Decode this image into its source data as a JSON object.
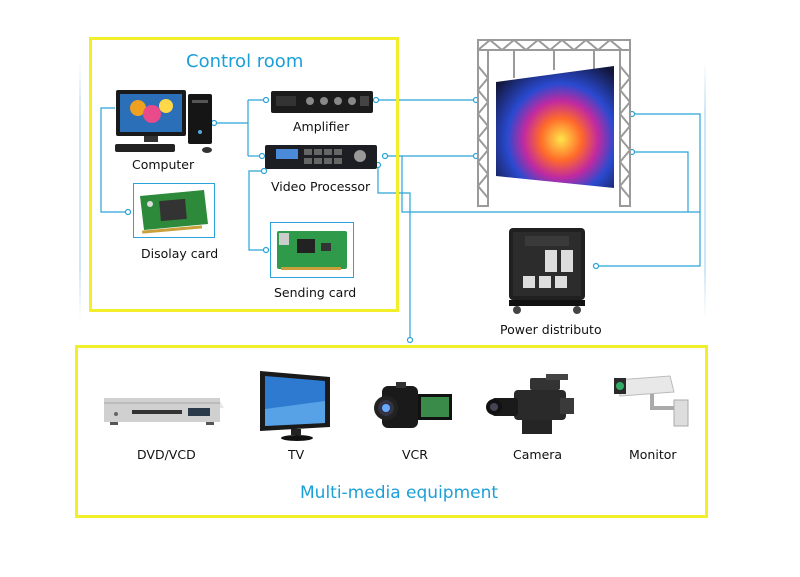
{
  "control_room": {
    "title": "Control room",
    "computer": "Computer",
    "amplifier": "Amplifier",
    "video_processor": "Video Processor",
    "display_card": "Disolay card",
    "sending_card": "Sending card"
  },
  "outside": {
    "power": "Power distributo"
  },
  "media": {
    "title": "Multi-media equipment",
    "items": [
      "DVD/VCD",
      "TV",
      "VCR",
      "Camera",
      "Monitor"
    ]
  },
  "colors": {
    "frame": "#f2ee2a",
    "title_blue": "#1c9fd8",
    "wire": "#2aa3d6"
  },
  "icons": [
    "computer-icon",
    "amplifier-icon",
    "video-processor-icon",
    "display-card-icon",
    "sending-card-icon",
    "led-screen-icon",
    "power-distributor-icon",
    "dvd-icon",
    "tv-icon",
    "vcr-icon",
    "camera-icon",
    "monitor-camera-icon"
  ]
}
